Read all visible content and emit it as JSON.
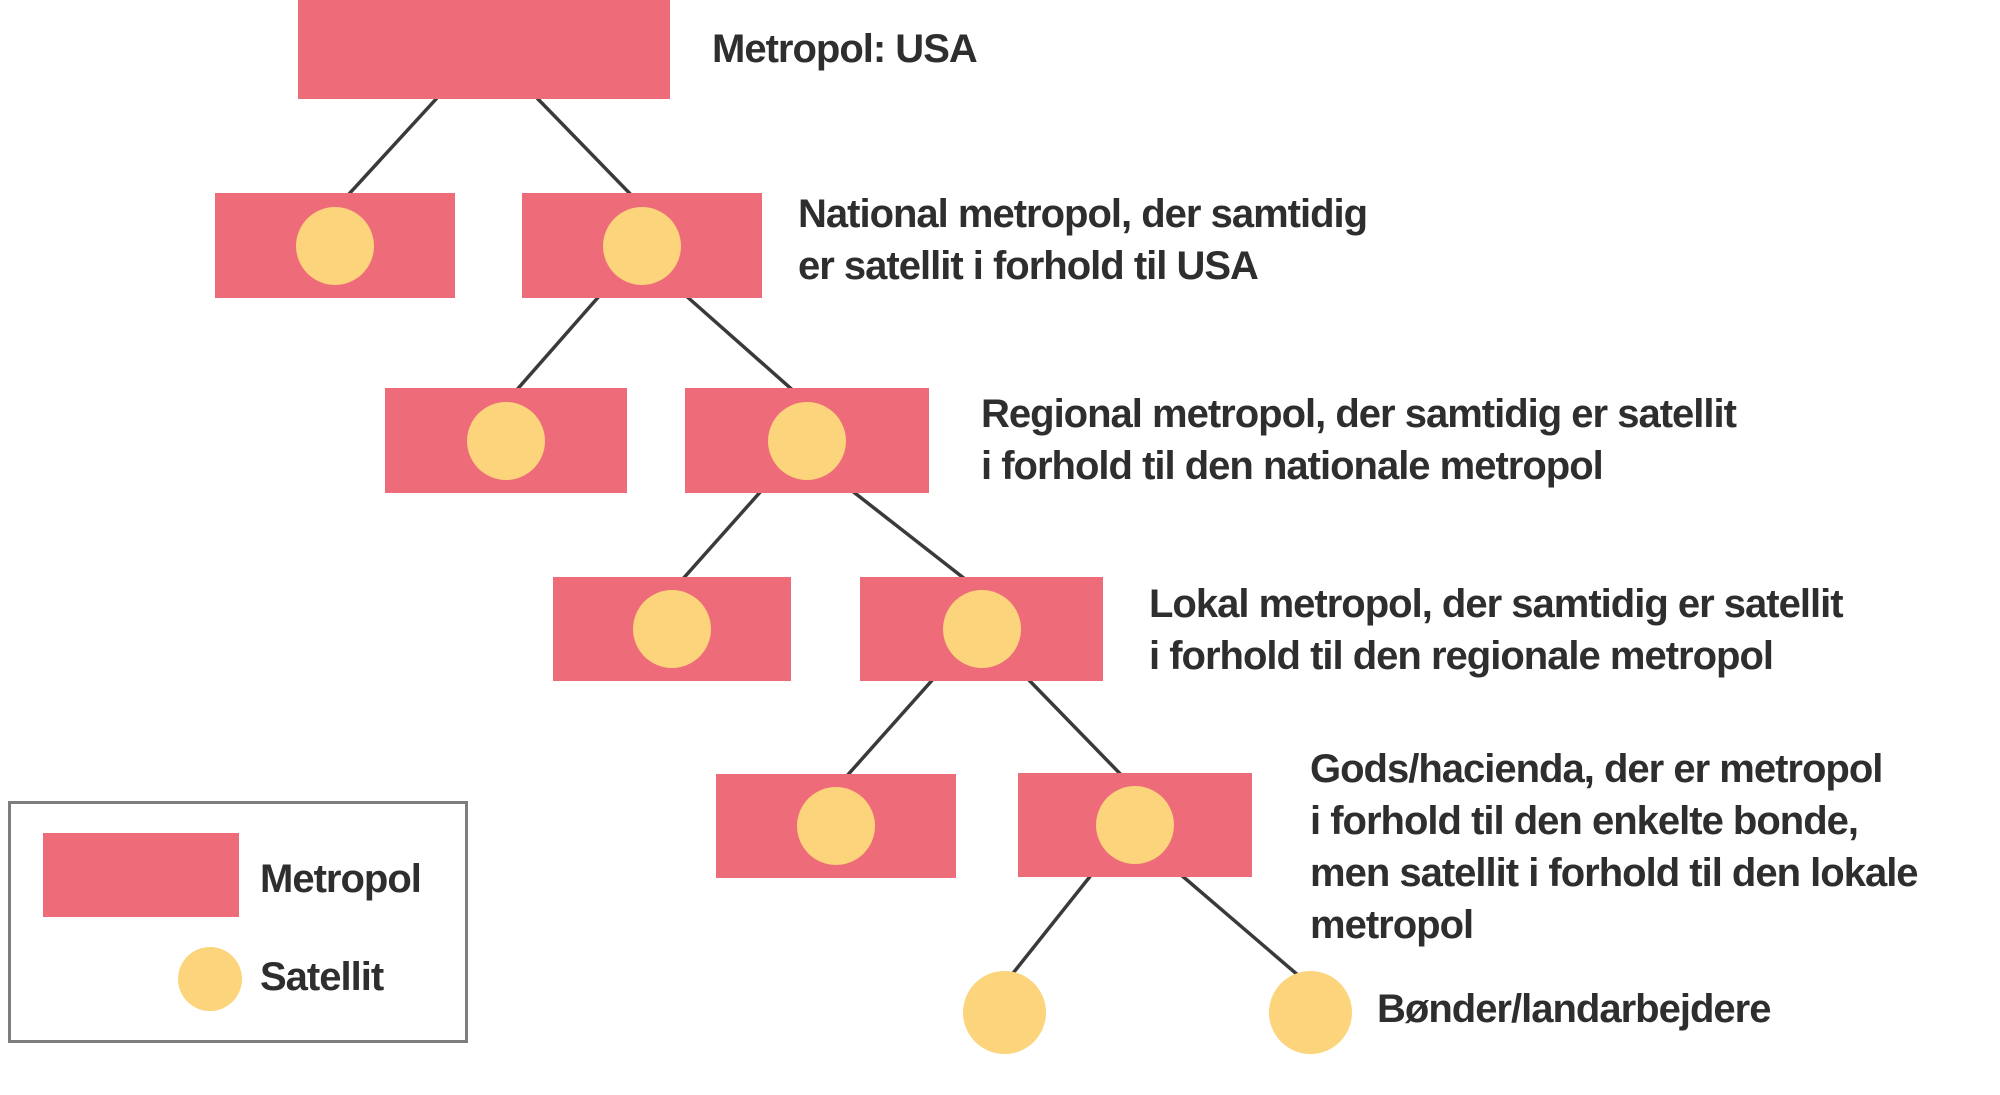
{
  "tree": {
    "root_label": "Metropol: USA",
    "levels": [
      {
        "name": "national-metropol",
        "label_lines": [
          "National metropol, der samtidig",
          "er satellit i forhold til USA"
        ]
      },
      {
        "name": "regional-metropol",
        "label_lines": [
          "Regional metropol, der samtidig er satellit",
          "i forhold til den nationale metropol"
        ]
      },
      {
        "name": "lokal-metropol",
        "label_lines": [
          "Lokal metropol, der samtidig er satellit",
          "i forhold til den regionale metropol"
        ]
      },
      {
        "name": "gods-hacienda",
        "label_lines": [
          "Gods/hacienda, der er metropol",
          "i forhold til den enkelte bonde,",
          "men satellit i forhold til den lokale",
          "metropol"
        ]
      },
      {
        "name": "bonder",
        "label_lines": [
          "Bønder/landarbejdere"
        ]
      }
    ]
  },
  "legend": {
    "items": [
      {
        "shape": "rect",
        "label": "Metropol"
      },
      {
        "shape": "circle",
        "label": "Satellit"
      }
    ]
  },
  "colors": {
    "metropol_fill": "#ee6b79",
    "satellit_fill": "#fbd47b",
    "text": "#2e2e2e",
    "connector": "#3a3a3a",
    "legend_border": "#7d7d7d",
    "background": "#ffffff"
  }
}
